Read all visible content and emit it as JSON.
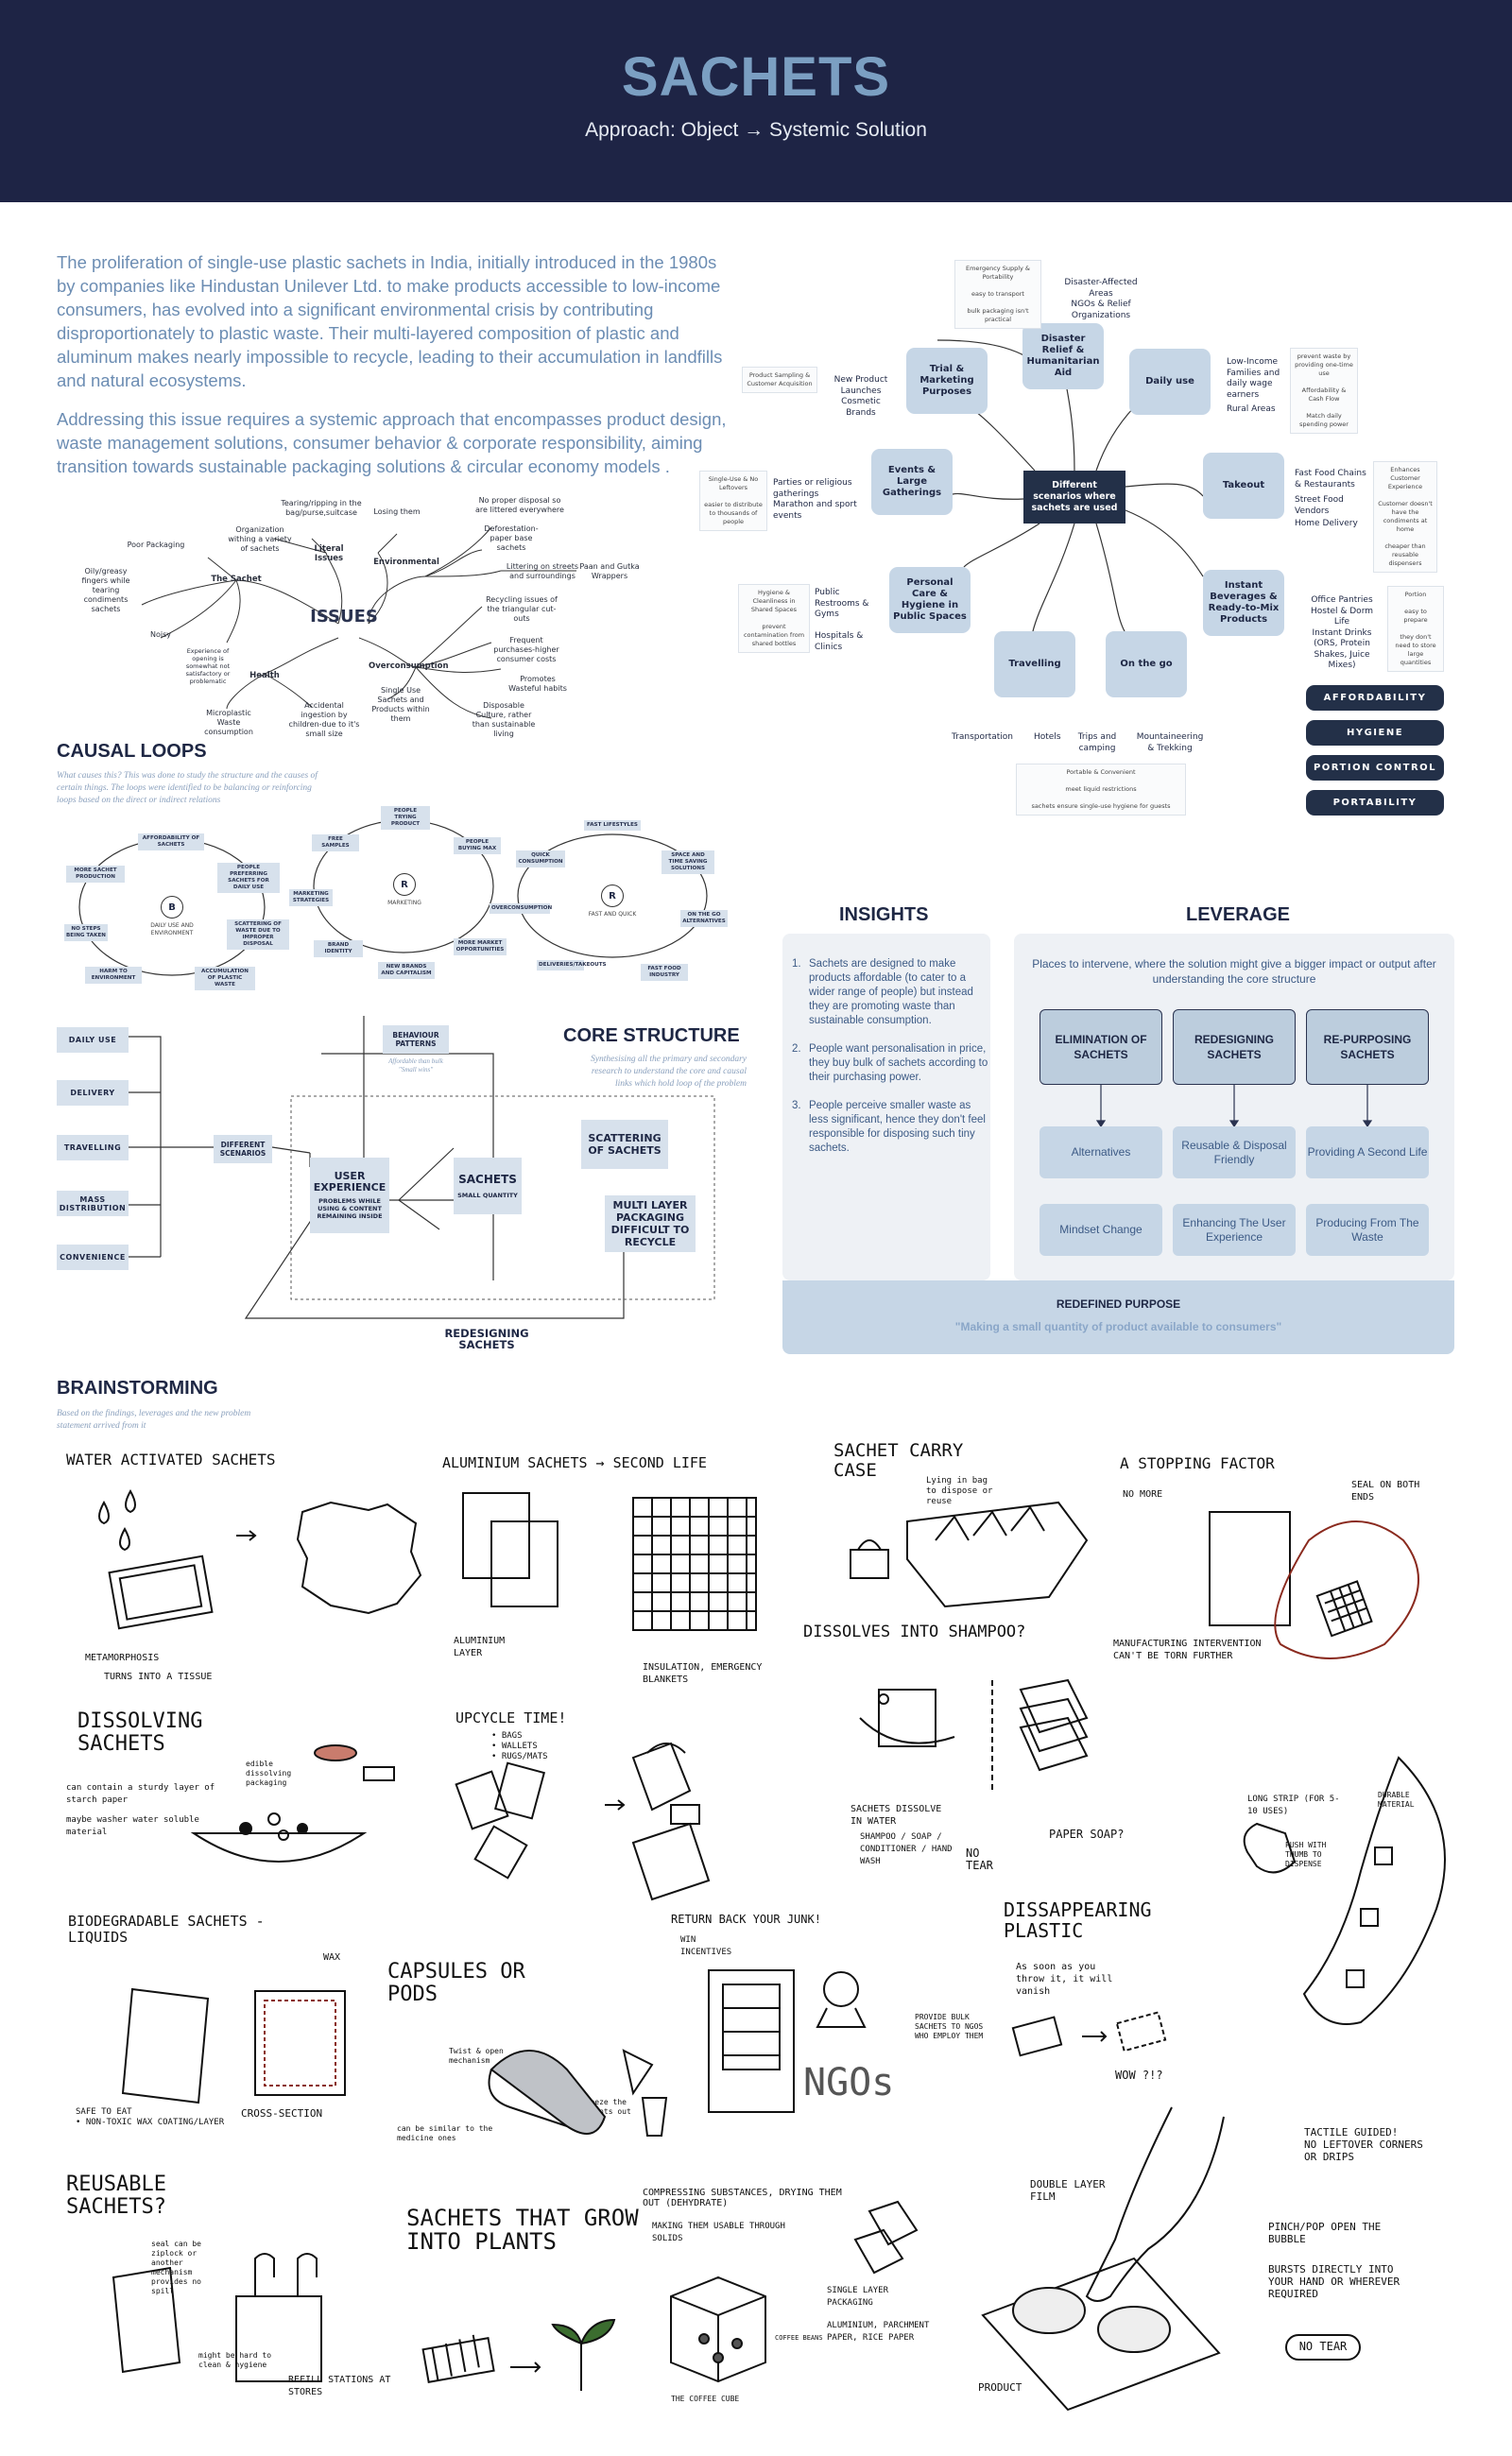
{
  "header": {
    "title": "SACHETS",
    "subtitle": "Approach:  Object → Systemic Solution"
  },
  "intro": {
    "p1": "The proliferation of single-use plastic sachets in India, initially introduced in the 1980s by companies like Hindustan Unilever Ltd. to make products accessible to low-income consumers, has evolved into a significant environmental crisis by contributing disproportionately to plastic waste. Their multi-layered composition of plastic and aluminum makes nearly impossible to recycle, leading to their accumulation in landfills and natural ecosystems.",
    "p2": "Addressing this issue requires a systemic approach that encompasses product design, waste management solutions, consumer behavior & corporate responsibility, aiming transition towards sustainable packaging solutions & circular economy models ."
  },
  "scenarios": {
    "center": "Different scenarios where sachets are used",
    "boxes": {
      "disaster": "Disaster Relief & Humanitarian Aid",
      "daily": "Daily use",
      "takeout": "Takeout",
      "instant": "Instant Beverages & Ready-to-Mix Products",
      "onthego": "On the go",
      "travelling": "Travelling",
      "personal": "Personal Care & Hygiene in Public Spaces",
      "events": "Events & Large Gatherings",
      "trial": "Trial & Marketing Purposes"
    },
    "labels": {
      "disaster": "Disaster-Affected Areas\nNGOs & Relief Organizations",
      "daily_1": "Low-Income Families and daily wage earners",
      "daily_2": "Rural Areas",
      "takeout_1": "Fast Food Chains & Restaurants",
      "takeout_2": "Street Food Vendors",
      "takeout_3": "Home Delivery",
      "instant": "Office Pantries\nHostel & Dorm Life\nInstant Drinks (ORS, Protein Shakes, Juice Mixes)",
      "onthego": "Mountaineering & Trekking",
      "trips": "Trips and camping",
      "hotels": "Hotels",
      "transport": "Transportation",
      "personal": "Public Restrooms & Gyms\n\nHospitals & Clinics",
      "events": "Parties or religious gatherings\nMarathon and sport events",
      "trial": "New Product Launches\nCosmetic Brands"
    },
    "notes": {
      "disaster": "Emergency Supply & Portability\n\neasy to transport\n\nbulk packaging isn't practical",
      "daily": "prevent waste by providing one-time use\n\nAffordability & Cash Flow\n\nMatch daily spending power",
      "takeout": "Enhances Customer Experience\n\nCustomer doesn't have the condiments at home\n\ncheaper than reusable dispensers",
      "instant": "Portion\n\neasy to prepare\n\nthey don't need to store large quantities",
      "travel": "Portable & Convenient\n\nmeet liquid restrictions\n\nsachets ensure single-use hygiene for guests",
      "personal": "Hygiene & Cleanliness in Shared Spaces\n\nprevent contamination from shared bottles",
      "events": "Single-Use & No Leftovers\n\neasier to distribute to thousands of people",
      "trial": "Product Sampling & Customer Acquisition"
    }
  },
  "pills": [
    "AFFORDABILITY",
    "HYGIENE",
    "PORTION CONTROL",
    "PORTABILITY"
  ],
  "issues": {
    "root": "ISSUES",
    "sachet": "The Sachet",
    "literal": "Literal Issues",
    "environmental": "Environmental",
    "overconsumption": "Overconsumption",
    "health": "Health",
    "leaves": {
      "poor_packaging": "Poor Packaging",
      "organization": "Organization withing a variety of sachets",
      "tearing": "Tearing/ripping in the bag/purse,suitcase",
      "losing": "Losing them",
      "oily": "Oily/greasy fingers while tearing condiments sachets",
      "noisy": "Noisy",
      "experience": "Experience of opening is somewhat not satisfactory or problematic",
      "no_disposal": "No proper disposal so are littered everywhere",
      "deforestation": "Deforestation-paper base sachets",
      "littering": "Littering on streets and surroundings",
      "paan": "Paan and Gutka Wrappers",
      "recycling": "Recycling issues of the triangular cut-outs",
      "frequent": "Frequent purchases-higher consumer costs",
      "wasteful": "Promotes Wasteful habits",
      "single_use": "Single Use Sachets and Products within them",
      "disposable": "Disposable Culture, rather than sustainable living",
      "microplastic": "Microplastic Waste consumption",
      "accidental": "Accidental ingestion by children-due to it's small size"
    }
  },
  "causal_loops": {
    "title": "CAUSAL LOOPS",
    "subtitle": "What causes this? This was done to study the structure and the causes of certain things. The loops were identified to be balancing or reinforcing loops based on the direct or indirect relations",
    "loop1": {
      "mark": "B",
      "caption": "DAILY USE AND ENVIRONMENT",
      "nodes": [
        "AFFORDABILITY OF SACHETS",
        "PEOPLE PREFERRING SACHETS FOR DAILY USE",
        "SCATTERING OF WASTE DUE TO IMPROPER DISPOSAL",
        "ACCUMULATION OF PLASTIC WASTE",
        "HARM TO ENVIRONMENT",
        "NO STEPS BEING TAKEN",
        "MORE SACHET PRODUCTION"
      ]
    },
    "loop2": {
      "mark": "R",
      "caption": "MARKETING",
      "nodes": [
        "PEOPLE TRYING PRODUCT",
        "PEOPLE BUYING MAX",
        "MORE MARKET OPPORTUNITIES",
        "NEW BRANDS AND CAPITALISM",
        "BRAND IDENTITY",
        "MARKETING STRATEGIES",
        "FREE SAMPLES"
      ]
    },
    "loop3": {
      "mark": "R",
      "caption": "FAST AND QUICK",
      "nodes": [
        "FAST LIFESTYLES",
        "SPACE AND TIME SAVING SOLUTIONS",
        "ON THE GO ALTERNATIVES",
        "FAST FOOD INDUSTRY",
        "DELIVERIES/TAKEOUTS",
        "OVERCONSUMPTION",
        "QUICK CONSUMPTION"
      ]
    }
  },
  "core_structure": {
    "title": "CORE STRUCTURE",
    "subtitle": "Synthesising all the primary and secondary research to understand the core and causal links which hold loop of the problem",
    "side": [
      "DAILY USE",
      "DELIVERY",
      "TRAVELLING",
      "MASS DISTRIBUTION",
      "CONVENIENCE"
    ],
    "scenarios": "DIFFERENT SCENARIOS",
    "behaviour": "BEHAVIOUR PATTERNS",
    "behaviour_note": "Affordable than bulk \"Small wins\"",
    "user_exp": "USER EXPERIENCE",
    "user_exp_sub": "PROBLEMS WHILE USING & CONTENT REMAINING INSIDE",
    "sachets": "SACHETS",
    "sachets_sub": "SMALL QUANTITY",
    "scattering": "SCATTERING OF SACHETS",
    "multi": "MULTI LAYER PACKAGING DIFFICULT TO RECYCLE",
    "redesign": "REDESIGNING SACHETS"
  },
  "insights": {
    "title": "INSIGHTS",
    "items": [
      "Sachets are designed to make products affordable (to cater to a wider range of people) but instead they are promoting waste than sustainable consumption.",
      "People want personalisation in price, they buy bulk of sachets according to their purchasing power.",
      "People perceive smaller waste as less significant, hence they don't feel responsible for disposing such tiny sachets."
    ]
  },
  "leverage": {
    "title": "LEVERAGE",
    "desc": "Places to intervene, where the solution might give a bigger impact or output after understanding the core structure",
    "heads": [
      "ELIMINATION OF SACHETS",
      "REDESIGNING SACHETS",
      "RE-PURPOSING SACHETS"
    ],
    "row1": [
      "Alternatives",
      "Reusable & Disposal Friendly",
      "Providing A Second Life"
    ],
    "row2": [
      "Mindset Change",
      "Enhancing The User Experience",
      "Producing From The Waste"
    ],
    "redefined_title": "REDEFINED PURPOSE",
    "redefined_quote": "\"Making a small quantity of product available to consumers\""
  },
  "brainstorming": {
    "title": "BRAINSTORMING",
    "subtitle": "Based on the findings, leverages and the new problem statement arrived from it",
    "sketches": {
      "water": "WATER ACTIVATED SACHETS",
      "water_n1": "METAMORPHOSIS",
      "water_n2": "TURNS INTO A TISSUE",
      "alu": "ALUMINIUM SACHETS → SECOND LIFE",
      "alu_n1": "ALUMINIUM LAYER",
      "alu_n2": "INSULATION, EMERGENCY BLANKETS",
      "carry": "SACHET CARRY CASE",
      "carry_n": "Lying in bag to dispose or reuse",
      "stopping": "A STOPPING FACTOR",
      "stopping_n1": "NO MORE",
      "stopping_n2": "SEAL ON BOTH ENDS",
      "stopping_n3": "MANUFACTURING INTERVENTION CAN'T BE TORN FURTHER",
      "dissolve_shampoo": "DISSOLVES INTO SHAMPOO?",
      "ds_n1": "SACHETS DISSOLVE IN WATER",
      "ds_n2": "SHAMPOO / SOAP / CONDITIONER / HAND WASH",
      "ds_n3": "NO TEAR",
      "ds_n4": "PAPER SOAP?",
      "dissolving": "DISSOLVING SACHETS",
      "dissolving_n1": "can contain a sturdy layer of starch paper",
      "dissolving_n2": "maybe washer water soluble material",
      "dissolving_n3": "edible dissolving packaging",
      "upcycle": "UPCYCLE TIME!",
      "upcycle_n": "• BAGS\n• WALLETS\n• RUGS/MATS",
      "longstrip": "LONG STRIP (FOR 5-10 USES)",
      "longstrip_n1": "DURABLE MATERIAL",
      "longstrip_n2": "PUSH WITH THUMB TO DISPENSE",
      "bio": "BIODEGRADABLE SACHETS - LIQUIDS",
      "bio_n1": "WAX",
      "bio_n2": "SAFE TO EAT\n• NON-TOXIC WAX COATING/LAYER",
      "bio_n3": "CROSS-SECTION",
      "capsules": "CAPSULES OR PODS",
      "capsules_n1": "Twist & open mechanism",
      "capsules_n2": "Squeeze the contents out",
      "capsules_n3": "can be similar to the medicine ones",
      "return": "RETURN BACK YOUR JUNK!",
      "return_n1": "WIN INCENTIVES",
      "return_n2": "PROVIDE BULK SACHETS TO NGOS WHO EMPLOY THEM",
      "ngos": "NGOs",
      "disappearing": "DISSAPPEARING PLASTIC",
      "disappearing_n1": "As soon as you throw it, it will vanish",
      "disappearing_n2": "WOW ?!?",
      "reusable": "REUSABLE SACHETS?",
      "reusable_n1": "seal can be ziplock or another mechanism provides no spill",
      "reusable_n2": "might be hard to clean & hygiene",
      "reusable_n3": "REFILL STATIONS AT STORES",
      "grow": "SACHETS THAT GROW INTO PLANTS",
      "compress": "COMPRESSING SUBSTANCES, DRYING THEM OUT (DEHYDRATE)",
      "compress_n1": "MAKING THEM USABLE THROUGH SOLIDS",
      "compress_n2": "COFFEE BEANS",
      "compress_n3": "THE COFFEE CUBE",
      "single_layer": "SINGLE LAYER PACKAGING",
      "single_layer_n": "ALUMINIUM, PARCHMENT PAPER, RICE PAPER",
      "double": "DOUBLE LAYER FILM",
      "tactile": "TACTILE GUIDED!\nNO LEFTOVER CORNERS OR DRIPS",
      "pinch": "PINCH/POP OPEN THE BUBBLE",
      "bursts": "BURSTS DIRECTLY INTO YOUR HAND OR WHEREVER REQUIRED",
      "notear": "NO TEAR",
      "product": "PRODUCT"
    }
  },
  "colors": {
    "navy": "#1e2445",
    "accent_blue": "#7b9fc2",
    "box_blue": "#c6d6e6",
    "panel": "#eef1f5"
  }
}
